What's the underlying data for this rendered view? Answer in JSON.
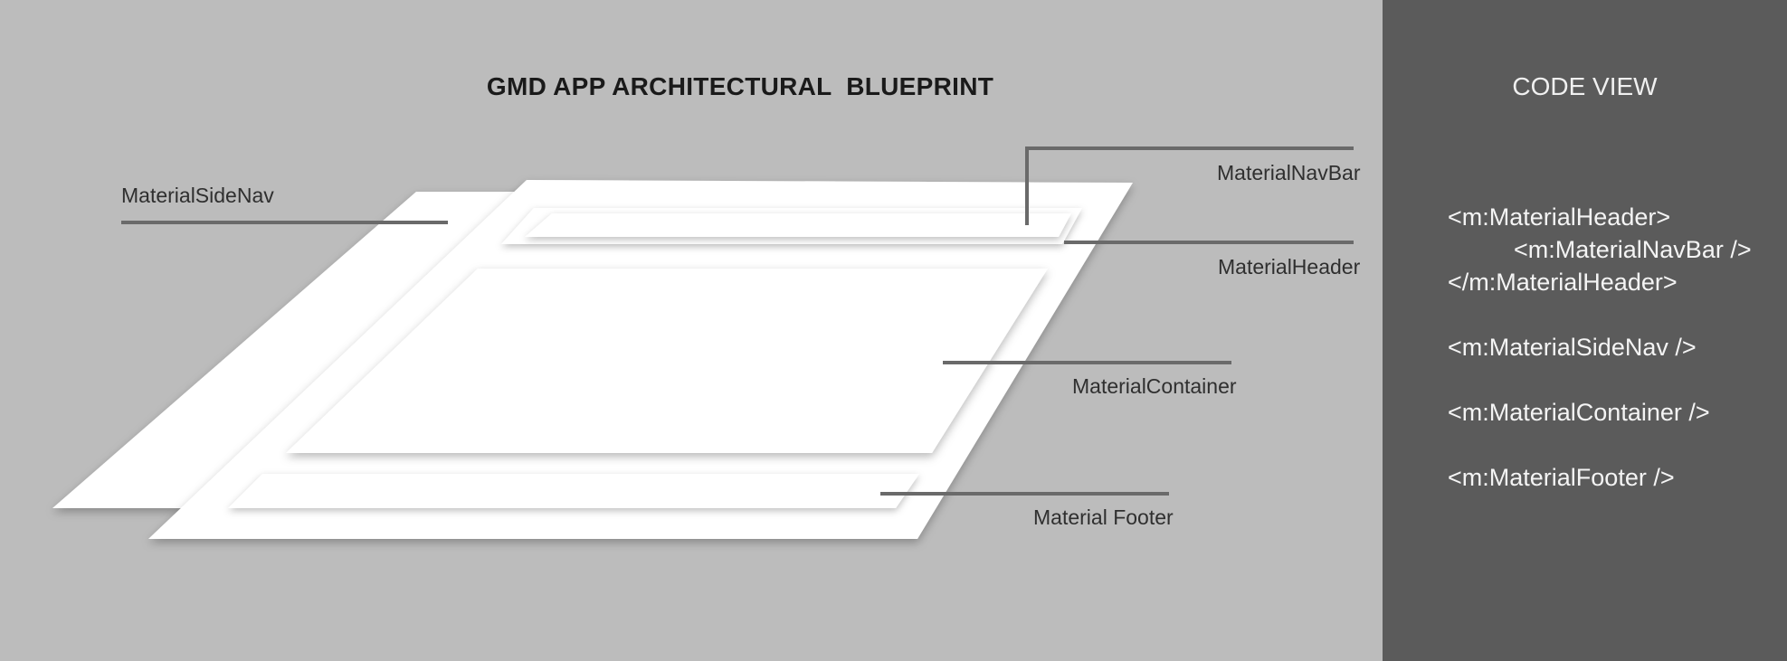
{
  "diagram": {
    "title": "GMD APP ARCHITECTURAL  BLUEPRINT",
    "labels": {
      "side_nav": "MaterialSideNav",
      "nav_bar": "MaterialNavBar",
      "header": "MaterialHeader",
      "container": "MaterialContainer",
      "footer": "Material Footer"
    }
  },
  "code_view": {
    "title": "CODE VIEW",
    "lines": {
      "header_open": "<m:MaterialHeader>",
      "nav_bar": "<m:MaterialNavBar />",
      "header_close": "</m:MaterialHeader>",
      "side_nav": "<m:MaterialSideNav />",
      "container": "<m:MaterialContainer />",
      "footer": "<m:MaterialFooter />"
    }
  }
}
